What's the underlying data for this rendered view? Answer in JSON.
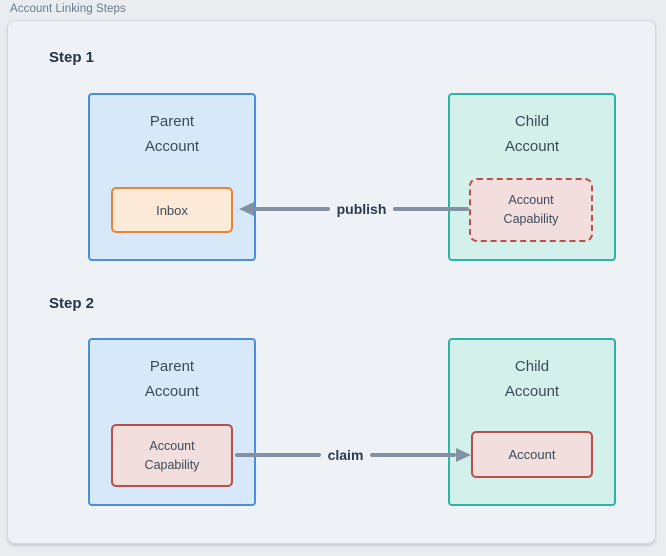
{
  "legend": "Account Linking Steps",
  "steps": [
    {
      "heading": "Step 1",
      "parent": {
        "title": "Parent\nAccount",
        "inner": "Inbox"
      },
      "child": {
        "title": "Child\nAccount",
        "inner": "Account\nCapability"
      },
      "arrow": {
        "label": "publish",
        "direction": "left"
      }
    },
    {
      "heading": "Step 2",
      "parent": {
        "title": "Parent\nAccount",
        "inner": "Account\nCapability"
      },
      "child": {
        "title": "Child\nAccount",
        "inner": "Account"
      },
      "arrow": {
        "label": "claim",
        "direction": "right"
      }
    }
  ],
  "colors": {
    "page_background": "#e9edf0",
    "panel_background": "#eef1f5",
    "panel_border": "#d2d8de",
    "parent_border": "#4a90d9",
    "parent_fill": "#d7e9f8",
    "child_border": "#2cb4a4",
    "child_fill": "#d4f0ea",
    "inbox_border": "#e8833a",
    "inbox_fill": "#fcead9",
    "capability_border": "#b5504d",
    "capability_fill": "#f3dede",
    "arrow": "#8392a2",
    "heading_text": "#263545",
    "box_text": "#3b4a5a",
    "legend_text": "#68788a"
  }
}
